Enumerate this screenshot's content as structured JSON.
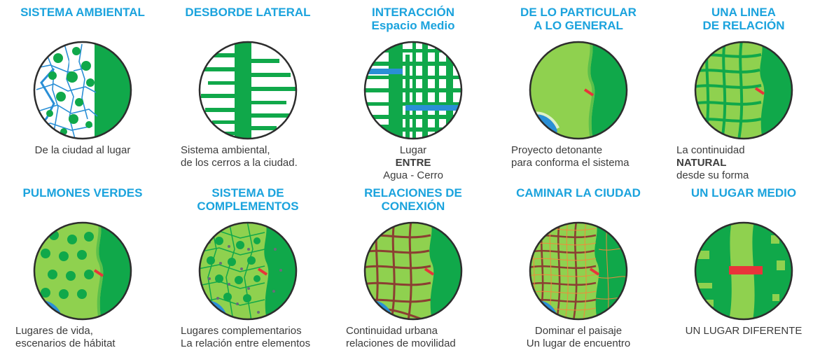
{
  "panels": [
    {
      "title": [
        "SISTEMA AMBIENTAL"
      ],
      "caption": [
        "De la ciudad al lugar"
      ]
    },
    {
      "title": [
        "DESBORDE LATERAL"
      ],
      "caption": [
        "Sistema ambiental,",
        "de los cerros a la ciudad."
      ]
    },
    {
      "title": [
        "INTERACCIÓN",
        "Espacio Medio"
      ],
      "caption_rich": [
        [
          "Lugar ",
          "ENTRE"
        ],
        [
          "Agua - Cerro",
          ""
        ]
      ]
    },
    {
      "title": [
        "DE LO PARTICULAR",
        "A LO GENERAL"
      ],
      "caption": [
        "Proyecto detonante",
        "para conforma el sistema"
      ]
    },
    {
      "title": [
        "UNA LINEA",
        "DE RELACIÓN"
      ],
      "caption_rich": [
        [
          "La continuidad ",
          "NATURAL"
        ],
        [
          "desde su forma",
          ""
        ]
      ]
    },
    {
      "title": [
        "PULMONES VERDES"
      ],
      "caption": [
        "Lugares de vida,",
        "escenarios de hábitat"
      ]
    },
    {
      "title": [
        "SISTEMA DE",
        "COMPLEMENTOS"
      ],
      "caption": [
        "Lugares complementarios",
        "La relación entre elementos"
      ]
    },
    {
      "title": [
        "RELACIONES DE",
        "CONEXIÓN"
      ],
      "caption": [
        "Continuidad urbana",
        "relaciones de movilidad"
      ]
    },
    {
      "title": [
        "CAMINAR LA CIUDAD"
      ],
      "caption": [
        "Dominar el paisaje",
        "Un lugar de encuentro"
      ]
    },
    {
      "title": [
        "UN LUGAR MEDIO"
      ],
      "caption": [
        "UN LUGAR DIFERENTE"
      ]
    }
  ],
  "colors": {
    "title_blue": "#1ba3dd",
    "dark_green": "#10a84a",
    "light_green": "#8fd14f",
    "mid_green": "#5cc04a",
    "road_brown": "#8b3f32",
    "water_blue": "#2a8fd6",
    "accent_red": "#e8343a",
    "orange_lines": "#f08a3c"
  }
}
